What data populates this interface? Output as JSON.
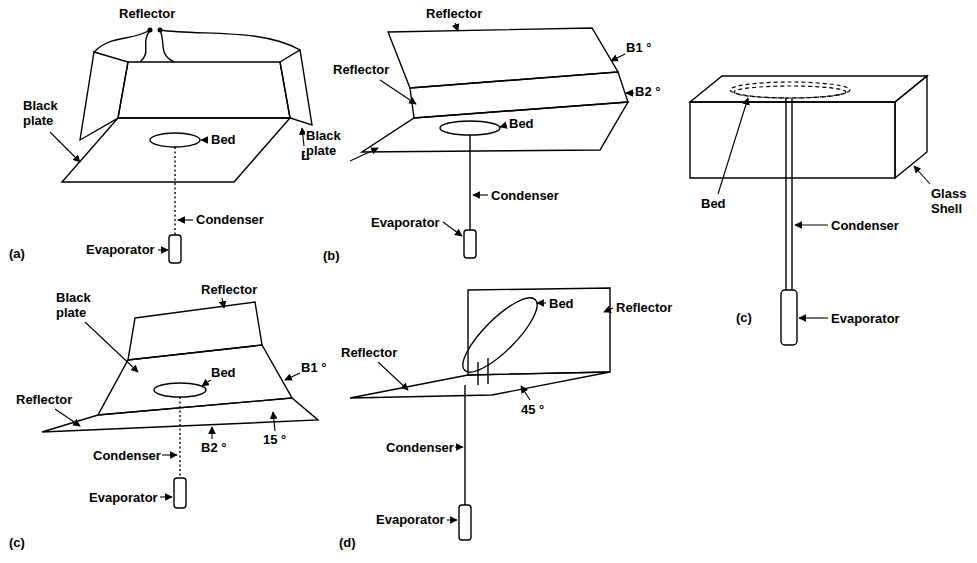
{
  "diagram": {
    "labels": [
      "Reflector",
      "Black plate",
      "B °",
      "Bed",
      "Condenser",
      "Evaporator",
      "(a)",
      "Reflector",
      "B1 °",
      "B2 °",
      "Reflector",
      "Bed",
      "Black plate",
      "Condenser",
      "Evaporator",
      "(b)",
      "Bed",
      "Glass Shell",
      "Condenser",
      "Evaporator",
      "(c)",
      "Reflector",
      "Black plate",
      "B1 °",
      "Bed",
      "15 °",
      "Reflector",
      "B2 °",
      "Condenser",
      "Evaporator",
      "(c)",
      "Bed",
      "Reflector",
      "Reflector",
      "45 °",
      "Condenser",
      "Evaporator",
      "(d)"
    ]
  }
}
